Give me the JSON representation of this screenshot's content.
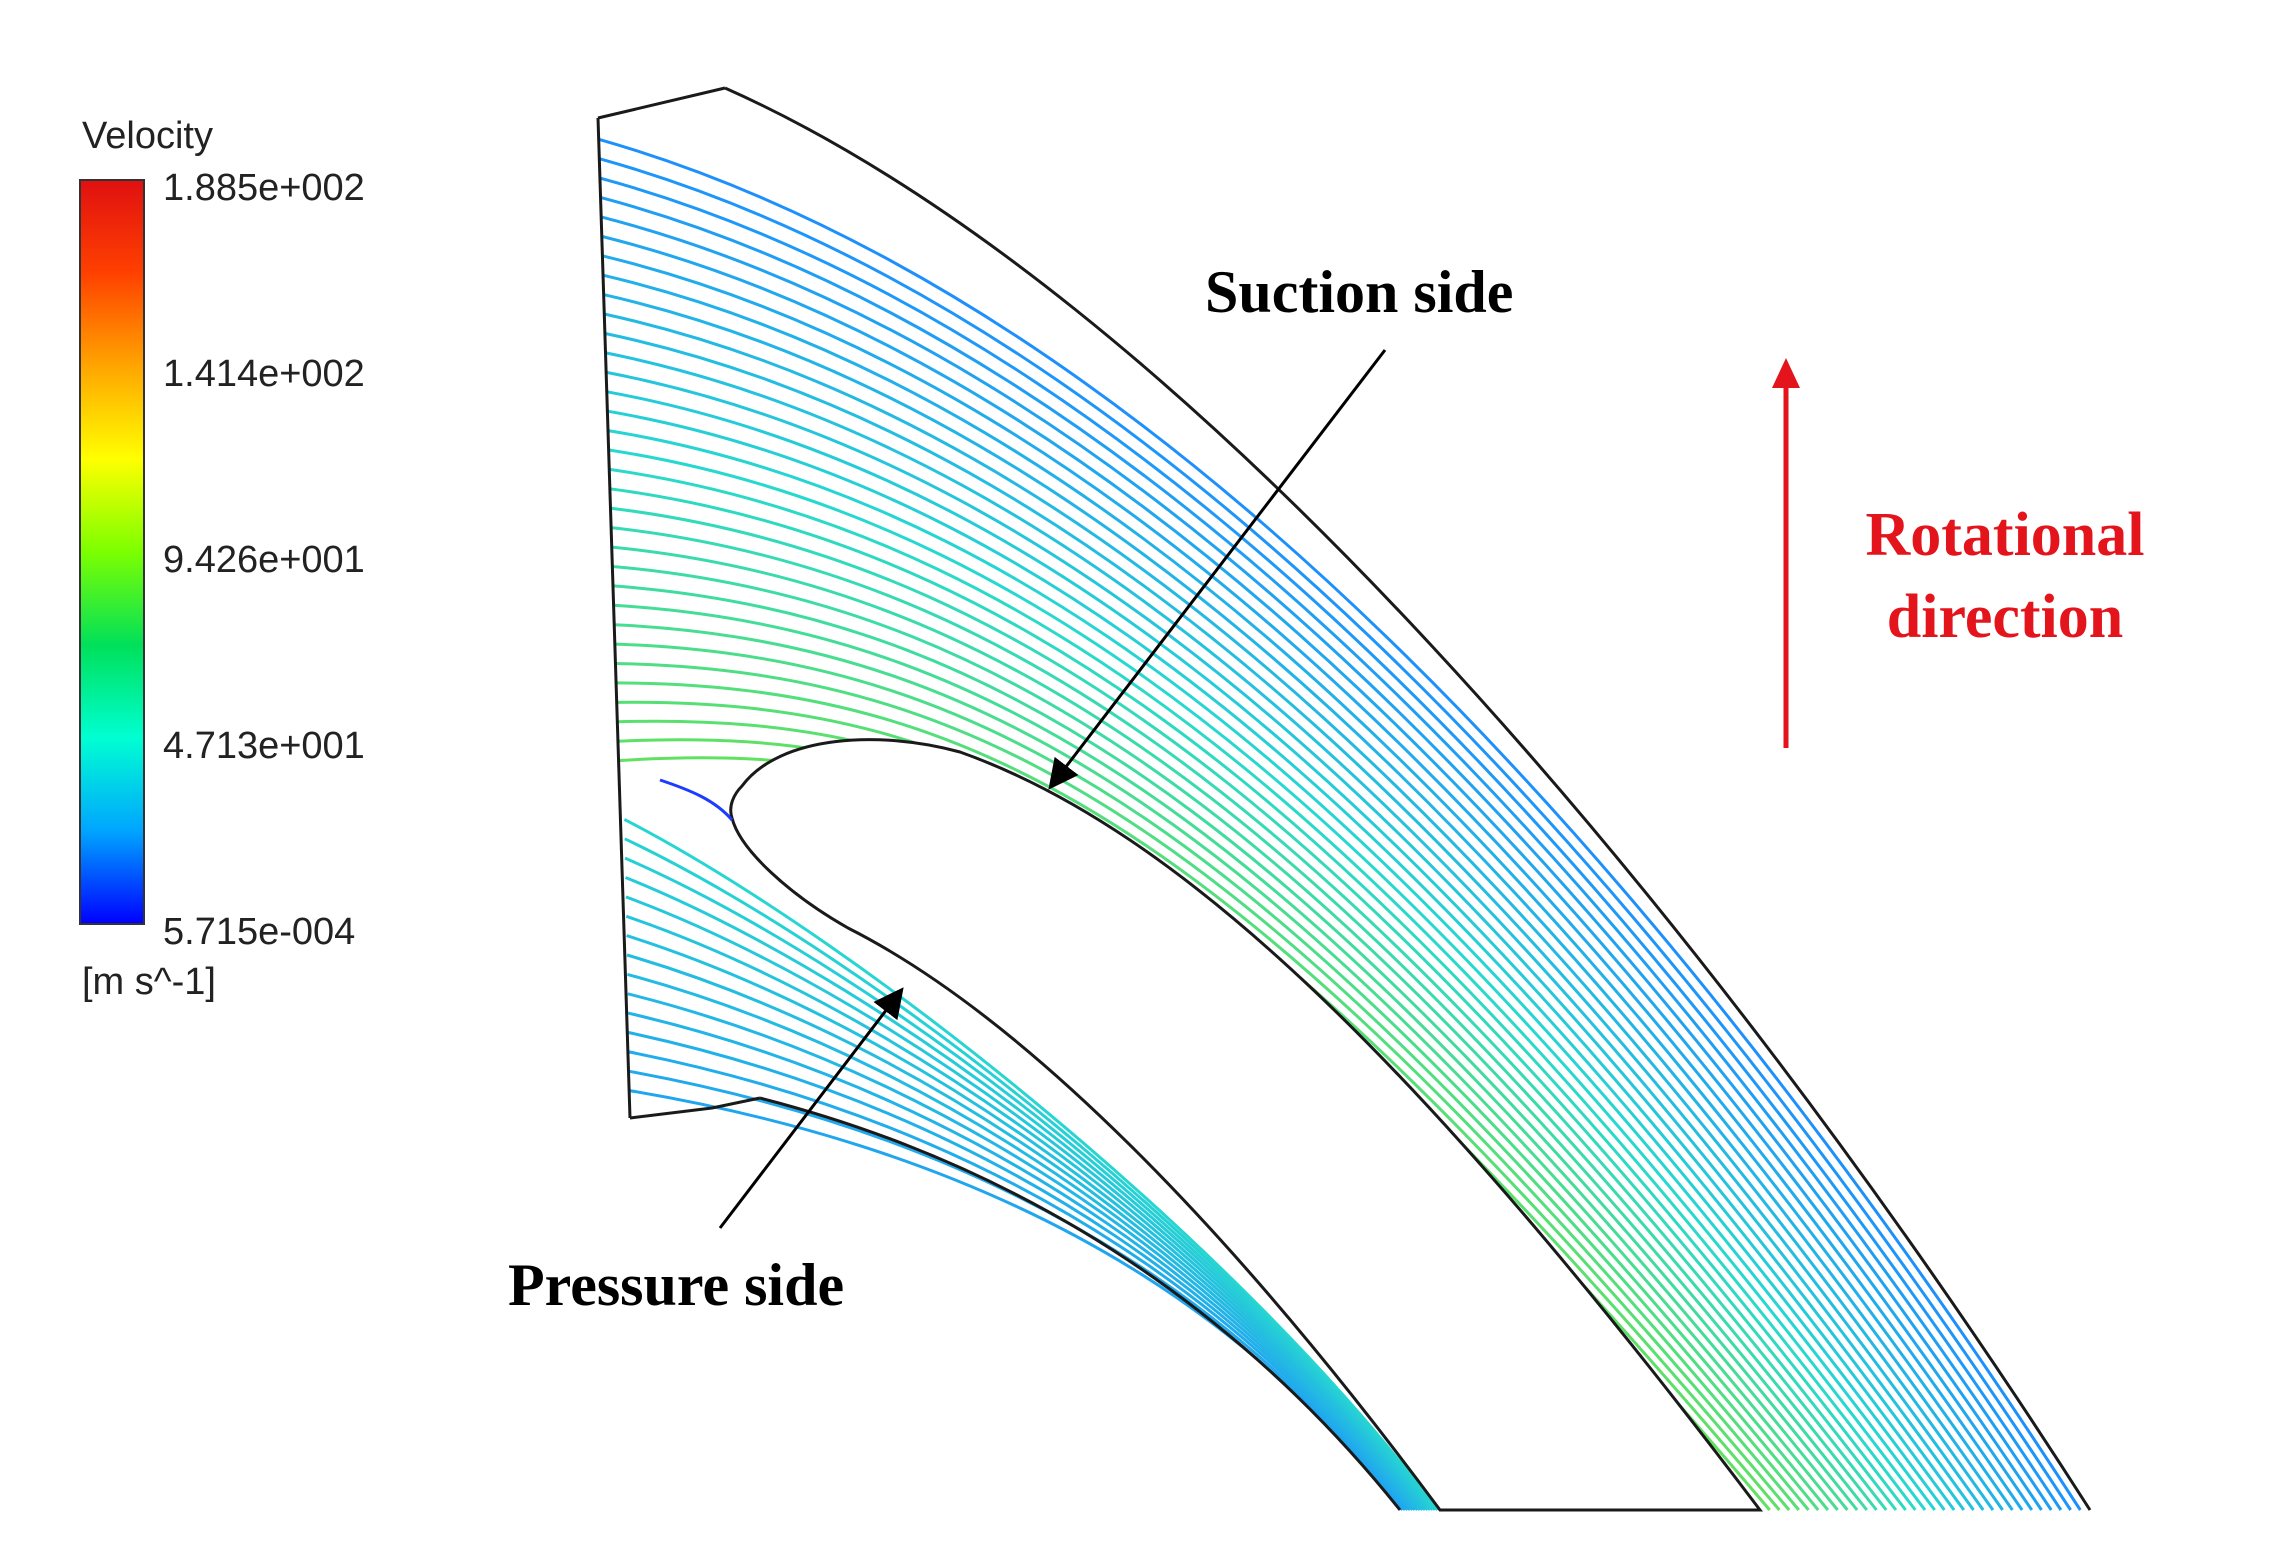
{
  "legend": {
    "title": "Velocity",
    "unit": "[m s^-1]",
    "ticks": [
      "1.885e+002",
      "1.414e+002",
      "9.426e+001",
      "4.713e+001",
      "5.715e-004"
    ],
    "colorscale": [
      "#0000ff",
      "#00a5ff",
      "#00ffd2",
      "#00e05a",
      "#7cff00",
      "#ffff00",
      "#ffa500",
      "#ff4000",
      "#e01010"
    ]
  },
  "labels": {
    "suction": "Suction side",
    "pressure": "Pressure side",
    "rotation_line1": "Rotational",
    "rotation_line2": "direction"
  },
  "colors": {
    "annotation": "#000000",
    "rotation": "#e3141b",
    "outline": "#1a1a1a",
    "stream_low": "#1d8cff",
    "stream_mid": "#27d8d0",
    "stream_high": "#8ee80a"
  }
}
